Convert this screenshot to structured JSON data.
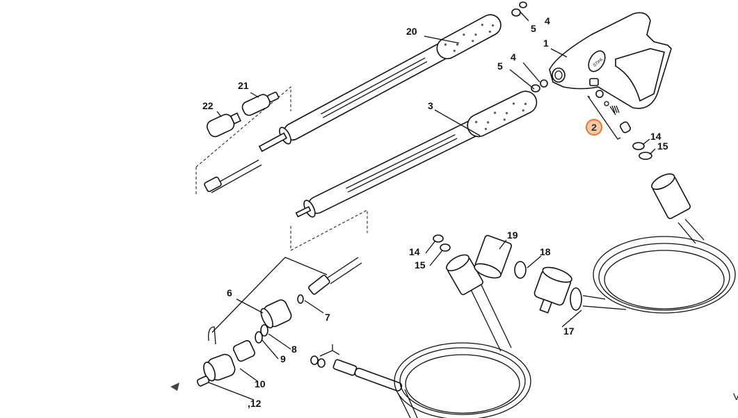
{
  "diagram": {
    "labels": {
      "p20": "20",
      "p21": "21",
      "p22": "22",
      "p4a": "4",
      "p5a": "5",
      "p1": "1",
      "p4b": "4",
      "p5b": "5",
      "p3": "3",
      "p2": "2",
      "p14a": "14",
      "p15a": "15",
      "p19": "19",
      "p14b": "14",
      "p18": "18",
      "p15b": "15",
      "p6": "6",
      "p7": "7",
      "p17": "17",
      "p8": "8",
      "p9": "9",
      "p10": "10",
      "p12": ",12",
      "edge": "V"
    },
    "logo_text": "STIHL",
    "highlight_color": "#e8782a"
  }
}
